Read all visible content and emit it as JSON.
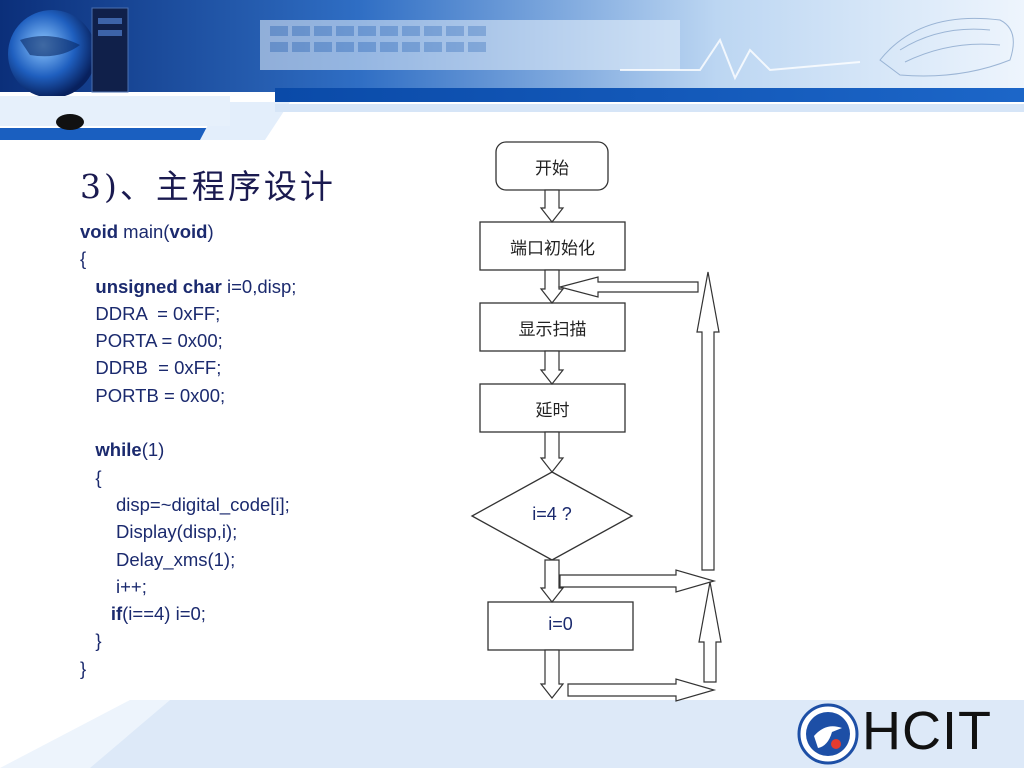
{
  "slide": {
    "title": "3)、主程序设计",
    "colors": {
      "banner_dark": "#0a3d8f",
      "banner_light": "#cfe3fa",
      "text_blue": "#1b2a6e",
      "footer_blue": "#dce9f8"
    }
  },
  "code": {
    "lines": [
      {
        "kw": "void",
        "rest": " main(",
        "kw2": "void",
        "rest2": ")"
      },
      {
        "kw": "",
        "rest": "{",
        "kw2": "",
        "rest2": ""
      },
      {
        "kw": "   unsigned char",
        "rest": " i=0,disp;",
        "kw2": "",
        "rest2": ""
      },
      {
        "kw": "",
        "rest": "   DDRA  = 0xFF;",
        "kw2": "",
        "rest2": ""
      },
      {
        "kw": "",
        "rest": "   PORTA = 0x00;",
        "kw2": "",
        "rest2": ""
      },
      {
        "kw": "",
        "rest": "   DDRB  = 0xFF;",
        "kw2": "",
        "rest2": ""
      },
      {
        "kw": "",
        "rest": "   PORTB = 0x00;",
        "kw2": "",
        "rest2": ""
      },
      {
        "kw": "",
        "rest": " ",
        "kw2": "",
        "rest2": ""
      },
      {
        "kw": "   while",
        "rest": "(1)",
        "kw2": "",
        "rest2": ""
      },
      {
        "kw": "",
        "rest": "   {",
        "kw2": "",
        "rest2": ""
      },
      {
        "kw": "",
        "rest": "       disp=~digital_code[i];",
        "kw2": "",
        "rest2": ""
      },
      {
        "kw": "",
        "rest": "       Display(disp,i);",
        "kw2": "",
        "rest2": ""
      },
      {
        "kw": "",
        "rest": "       Delay_xms(1);",
        "kw2": "",
        "rest2": ""
      },
      {
        "kw": "",
        "rest": "       i++;",
        "kw2": "",
        "rest2": ""
      },
      {
        "kw": "      if",
        "rest": "(i==4) i=0;",
        "kw2": "",
        "rest2": ""
      },
      {
        "kw": "",
        "rest": "   }",
        "kw2": "",
        "rest2": ""
      },
      {
        "kw": "",
        "rest": "}",
        "kw2": "",
        "rest2": ""
      }
    ]
  },
  "chart_data": {
    "type": "flowchart",
    "nodes": [
      {
        "id": "start",
        "shape": "rounded",
        "label": "开始"
      },
      {
        "id": "init",
        "shape": "rect",
        "label": "端口初始化"
      },
      {
        "id": "scan",
        "shape": "rect",
        "label": "显示扫描"
      },
      {
        "id": "delay",
        "shape": "rect",
        "label": "延时"
      },
      {
        "id": "check",
        "shape": "diamond",
        "label": "i=4 ?"
      },
      {
        "id": "reset",
        "shape": "rect",
        "label": "i=0"
      }
    ],
    "edges": [
      {
        "from": "start",
        "to": "init"
      },
      {
        "from": "init",
        "to": "scan"
      },
      {
        "from": "scan",
        "to": "delay"
      },
      {
        "from": "delay",
        "to": "check"
      },
      {
        "from": "check",
        "to": "reset"
      },
      {
        "from": "check",
        "to": "scan",
        "route": "loop-right"
      },
      {
        "from": "reset",
        "to": "scan",
        "route": "loop-right"
      }
    ]
  },
  "logo": {
    "text": "HCIT"
  }
}
